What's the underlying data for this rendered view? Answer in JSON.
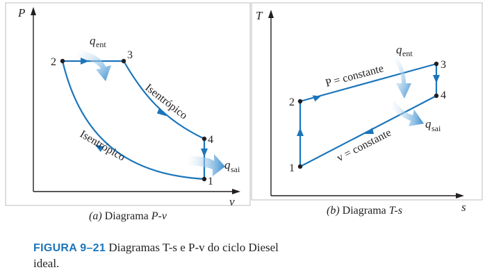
{
  "diagram_a": {
    "axis_y": "P",
    "axis_x": "v",
    "points": [
      "1",
      "2",
      "3",
      "4"
    ],
    "q_in": {
      "base": "q",
      "sub": "ent"
    },
    "q_out": {
      "base": "q",
      "sub": "sai"
    },
    "label_isentropic_upper": "Isentrópico",
    "label_isentropic_lower": "Isentrópico",
    "caption": {
      "prefix": "(a)",
      "text": "Diagrama",
      "var": "P-v"
    }
  },
  "diagram_b": {
    "axis_y": "T",
    "axis_x": "s",
    "points": [
      "1",
      "2",
      "3",
      "4"
    ],
    "q_in": {
      "base": "q",
      "sub": "ent"
    },
    "q_out": {
      "base": "q",
      "sub": "sai"
    },
    "label_p_const": "P = constante",
    "label_v_const": "v = constante",
    "caption": {
      "prefix": "(b)",
      "text": "Diagrama",
      "var": "T-s"
    }
  },
  "figure_caption": {
    "label": "FIGURA 9–21",
    "text": "Diagramas T-s e P-v do ciclo Diesel ideal."
  },
  "colors": {
    "curve": "#1b75bb",
    "arrow_fill": "#4a9ad4",
    "axis": "#231f20",
    "box_border": "#bcbec0",
    "caption_label": "#1b75bb"
  }
}
